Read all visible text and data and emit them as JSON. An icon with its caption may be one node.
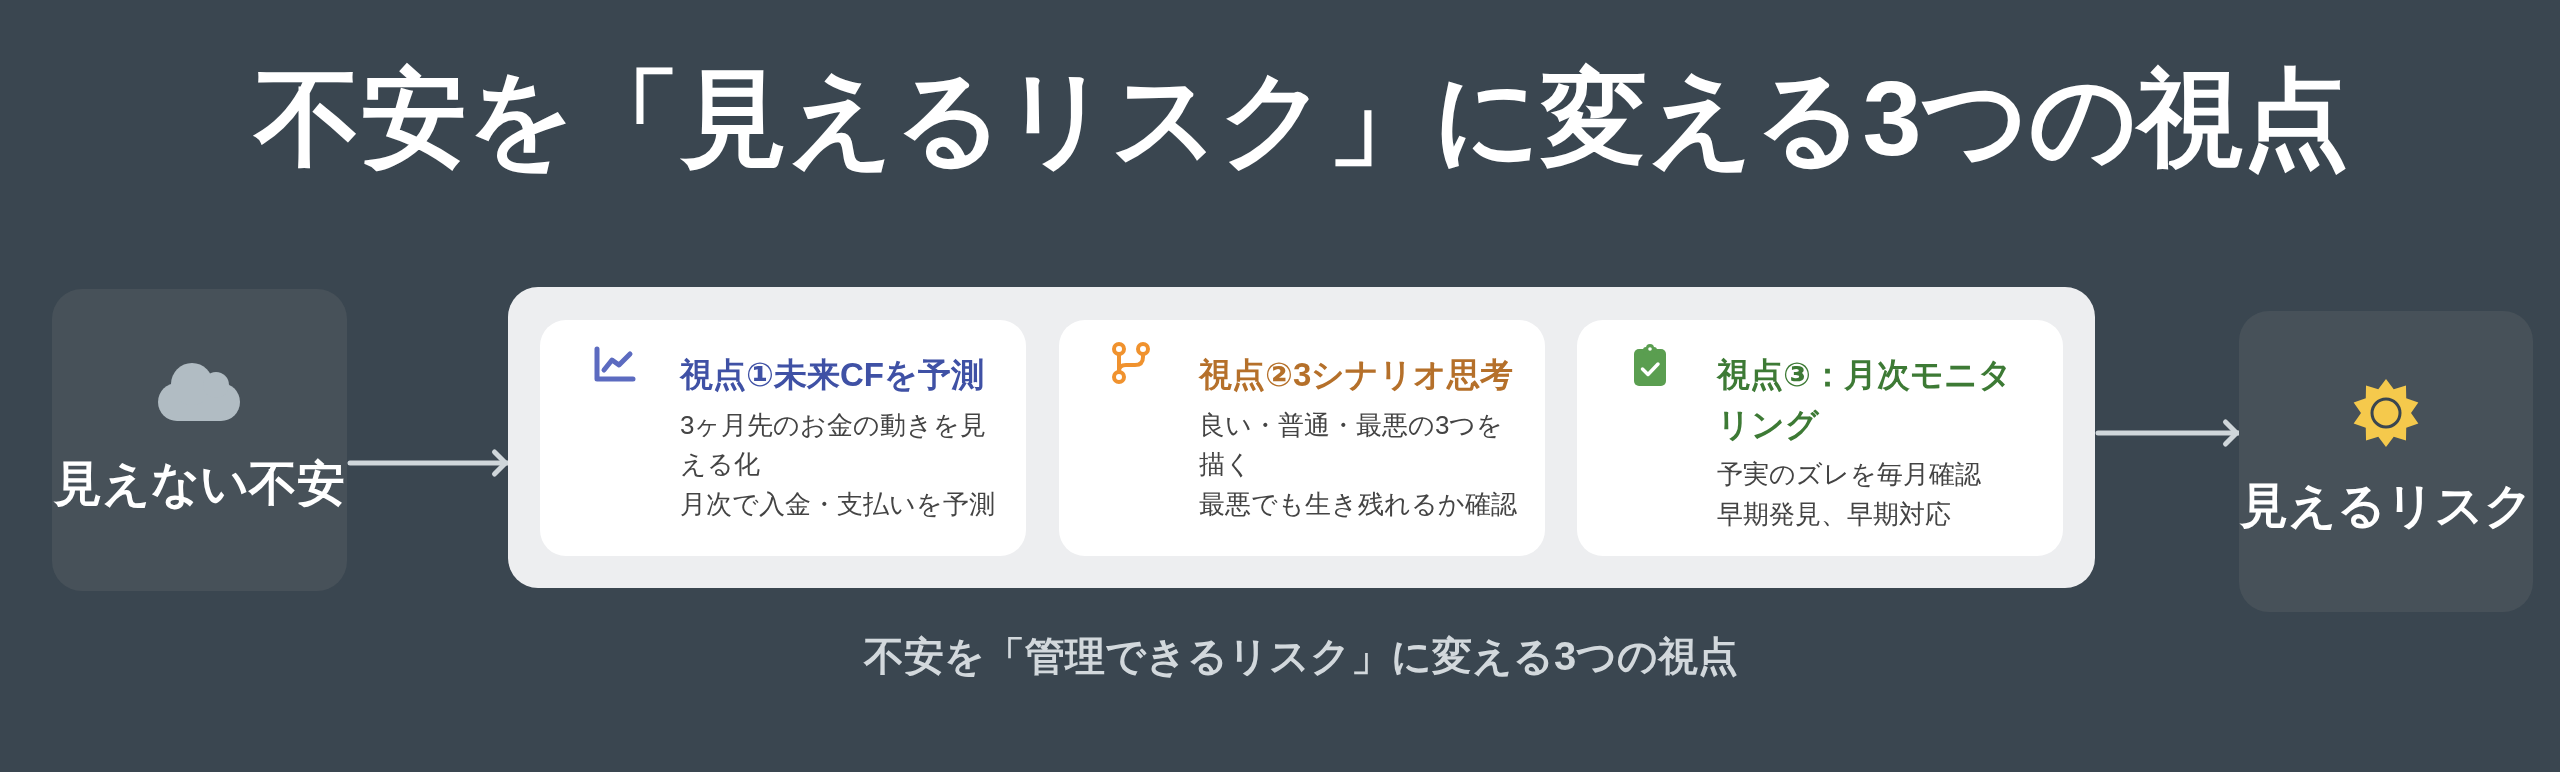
{
  "diagram": {
    "title": "不安を「見えるリスク」に変える3つの視点",
    "caption": "不安を「管理できるリスク」に変える3つの視点",
    "nodes": [
      {
        "text": [
          "見えない不安"
        ]
      },
      {
        "text": [],
        "shape": "box"
      },
      {
        "text": [
          "視点①未来CFを予測",
          "3ヶ月先のお金の動きを見える化",
          "月次で入金・支払いを予測"
        ],
        "in": 1
      },
      {
        "text": [
          "視点②3シナリオ思考",
          "良い・普通・最悪の3つを描く",
          "最悪でも生き残れるか確認"
        ],
        "in": 1
      },
      {
        "text": [
          "視点③：月次モニタリング",
          "予実のズレを毎月確認",
          "早期発見、早期対応"
        ],
        "in": 1
      },
      {
        "text": [
          "見えるリスク"
        ]
      }
    ],
    "edges": [
      {
        "from": 0,
        "to": 1,
        "arrow": "to"
      },
      {
        "from": 1,
        "to": 5,
        "arrow": "to"
      }
    ]
  }
}
